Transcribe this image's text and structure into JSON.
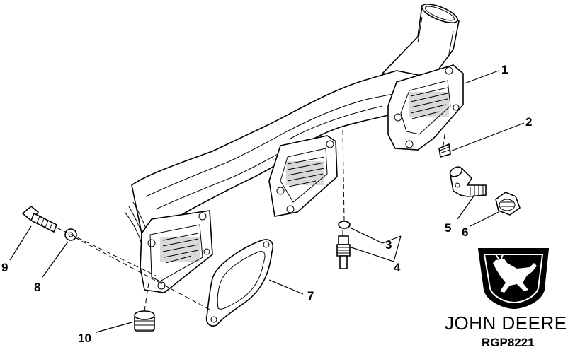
{
  "callouts": {
    "c1": "1",
    "c2": "2",
    "c3": "3",
    "c4": "4",
    "c5": "5",
    "c6": "6",
    "c7": "7",
    "c8": "8",
    "c9": "9",
    "c10": "10"
  },
  "brand": {
    "name": "JOHN DEERE",
    "logo": "deer-logo-icon"
  },
  "figure_code": "RGP8221",
  "colors": {
    "ink": "#000000",
    "paper": "#ffffff"
  }
}
